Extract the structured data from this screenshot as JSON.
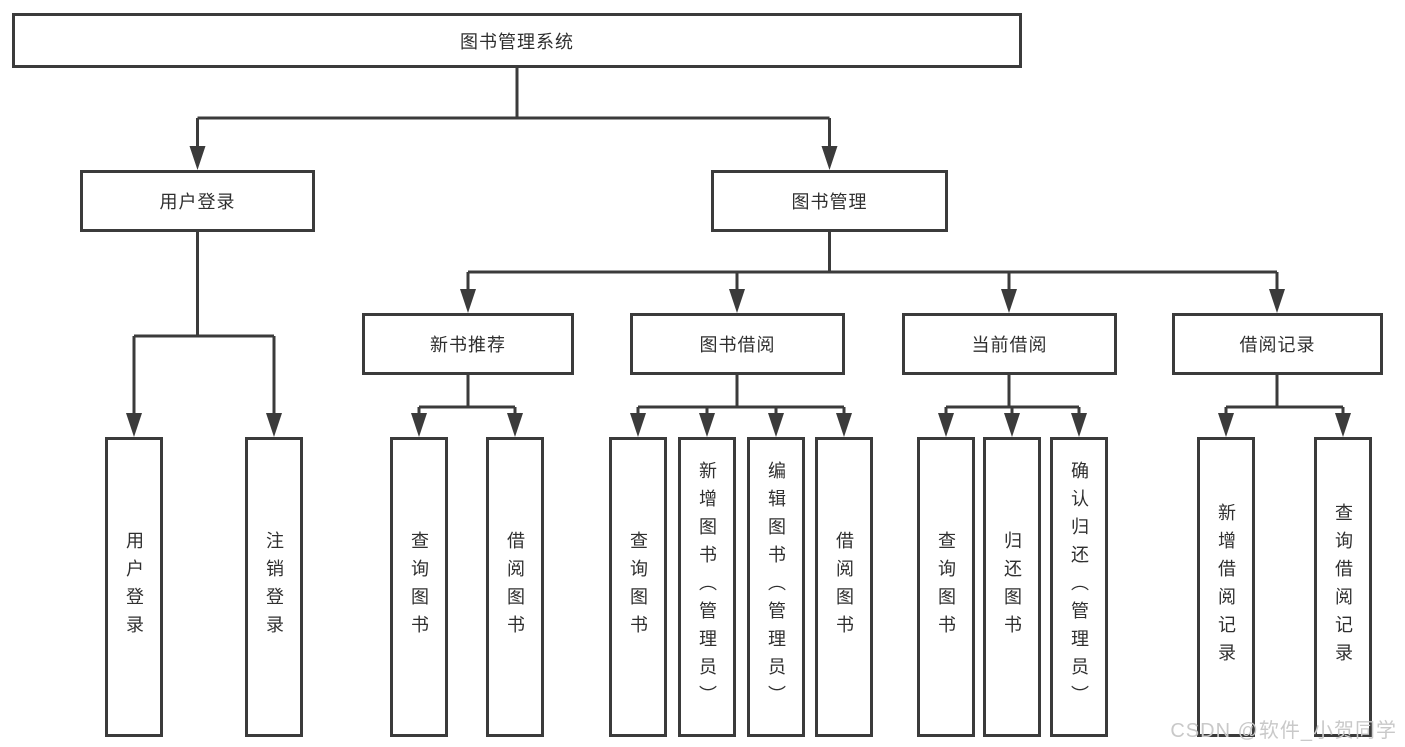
{
  "diagram_title": "图书管理系统",
  "nodes": {
    "root": {
      "label": "图书管理系统"
    },
    "user_login": {
      "label": "用户登录"
    },
    "book_mgmt": {
      "label": "图书管理"
    },
    "new_book_rec": {
      "label": "新书推荐"
    },
    "book_borrow": {
      "label": "图书借阅"
    },
    "current_borrow": {
      "label": "当前借阅"
    },
    "borrow_records": {
      "label": "借阅记录"
    },
    "leaf_user_login": {
      "label": "用户登录"
    },
    "leaf_logout": {
      "label": "注销登录"
    },
    "leaf_query_book_1": {
      "label": "查询图书"
    },
    "leaf_borrow_book_1": {
      "label": "借阅图书"
    },
    "leaf_query_book_2": {
      "label": "查询图书"
    },
    "leaf_add_book": {
      "label": "新增图书（管理员）"
    },
    "leaf_edit_book": {
      "label": "编辑图书（管理员）"
    },
    "leaf_borrow_book_2": {
      "label": "借阅图书"
    },
    "leaf_query_book_3": {
      "label": "查询图书"
    },
    "leaf_return_book": {
      "label": "归还图书"
    },
    "leaf_confirm_return": {
      "label": "确认归还（管理员）"
    },
    "leaf_add_record": {
      "label": "新增借阅记录"
    },
    "leaf_query_record": {
      "label": "查询借阅记录"
    }
  },
  "hierarchy": {
    "图书管理系统": {
      "用户登录": [
        "用户登录",
        "注销登录"
      ],
      "图书管理": {
        "新书推荐": [
          "查询图书",
          "借阅图书"
        ],
        "图书借阅": [
          "查询图书",
          "新增图书（管理员）",
          "编辑图书（管理员）",
          "借阅图书"
        ],
        "当前借阅": [
          "查询图书",
          "归还图书",
          "确认归还（管理员）"
        ],
        "借阅记录": [
          "新增借阅记录",
          "查询借阅记录"
        ]
      }
    }
  },
  "watermark": {
    "text": "CSDN @软件_小贺同学"
  },
  "colors": {
    "line": "#3b3b3b",
    "text": "#2f2f2f",
    "watermark": "#c9c9c9",
    "background": "#ffffff"
  }
}
